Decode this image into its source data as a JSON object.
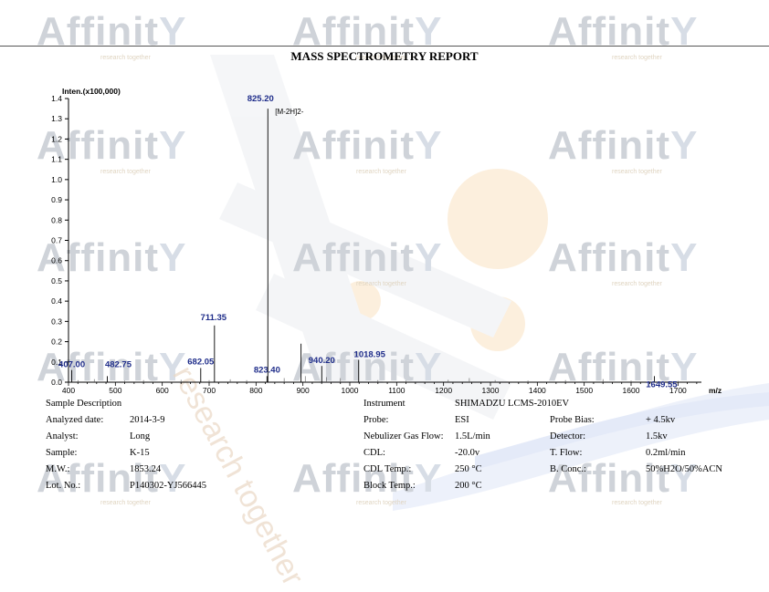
{
  "report_title": "MASS SPECTROMETRY REPORT",
  "watermark": {
    "brand": "Affinit",
    "tagline": "research together",
    "diagonal_text": "research together"
  },
  "chart_data": {
    "type": "line",
    "y_axis_label": "Inten.(x100,000)",
    "x_axis_label": "m/z",
    "xlim": [
      400,
      1750
    ],
    "ylim": [
      0,
      1.4
    ],
    "x_ticks": [
      400,
      500,
      600,
      700,
      800,
      900,
      1000,
      1100,
      1200,
      1300,
      1400,
      1500,
      1600,
      1700
    ],
    "y_ticks": [
      0.0,
      0.1,
      0.2,
      0.3,
      0.4,
      0.5,
      0.6,
      0.7,
      0.8,
      0.9,
      1.0,
      1.1,
      1.2,
      1.3,
      1.4
    ],
    "peaks": [
      {
        "mz": 407.0,
        "intensity": 0.06,
        "label": "407.00"
      },
      {
        "mz": 482.75,
        "intensity": 0.03,
        "label": "482.75"
      },
      {
        "mz": 682.05,
        "intensity": 0.07,
        "label": "682.05"
      },
      {
        "mz": 711.35,
        "intensity": 0.28,
        "label": "711.35"
      },
      {
        "mz": 823.4,
        "intensity": 0.03,
        "label": "823.40"
      },
      {
        "mz": 825.2,
        "intensity": 1.35,
        "label": "825.20"
      },
      {
        "mz": 896.0,
        "intensity": 0.19,
        "label": ""
      },
      {
        "mz": 940.2,
        "intensity": 0.08,
        "label": "940.20"
      },
      {
        "mz": 1018.95,
        "intensity": 0.11,
        "label": "1018.95"
      },
      {
        "mz": 1649.55,
        "intensity": 0.03,
        "label": "1649.55"
      }
    ],
    "annotation": "[M-2H]2-"
  },
  "info": {
    "left": [
      {
        "label": "Sample Description",
        "value": ""
      },
      {
        "label": "Analyzed date:",
        "value": "2014-3-9"
      },
      {
        "label": "Analyst:",
        "value": "Long"
      },
      {
        "label": "Sample:",
        "value": "K-15"
      },
      {
        "label": "M.W.:",
        "value": "1853.24"
      },
      {
        "label": "Lot. No.:",
        "value": "P140302-YJ566445"
      }
    ],
    "mid": [
      {
        "label": "Instrument",
        "value": "SHIMADZU LCMS-2010EV"
      },
      {
        "label": "Probe:",
        "value": "ESI"
      },
      {
        "label": "Nebulizer Gas Flow:",
        "value": "1.5L/min"
      },
      {
        "label": "CDL:",
        "value": "-20.0v"
      },
      {
        "label": "CDL Temp.:",
        "value": "250 °C"
      },
      {
        "label": "Block Temp.:",
        "value": "200 °C"
      }
    ],
    "right": [
      {
        "label": "",
        "value": ""
      },
      {
        "label": "Probe Bias:",
        "value": "+ 4.5kv"
      },
      {
        "label": "Detector:",
        "value": "1.5kv"
      },
      {
        "label": "T. Flow:",
        "value": "0.2ml/min"
      },
      {
        "label": "B. Conc.:",
        "value": "50%H2O/50%ACN"
      },
      {
        "label": "",
        "value": ""
      }
    ]
  }
}
